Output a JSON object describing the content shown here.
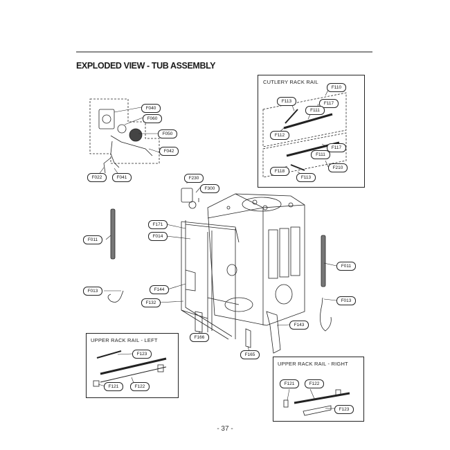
{
  "page": {
    "title": "EXPLODED VIEW - TUB ASSEMBLY",
    "page_number": "- 37 -"
  },
  "boxes": {
    "cutlery_rack_rail": "CUTLERY RACK RAIL",
    "upper_rack_rail_left": "UPPER RACK RAIL - LEFT",
    "upper_rack_rail_right": "UPPER RACK RAIL - RIGHT"
  },
  "callouts": {
    "F040": "F040",
    "F060": "F060",
    "F050": "F050",
    "F042": "F042",
    "F022": "F022",
    "F041": "F041",
    "F230": "F230",
    "F300": "F300",
    "F171": "F171",
    "F014": "F014",
    "F011_left": "F011",
    "F013_left": "F013",
    "F144": "F144",
    "F132": "F132",
    "F166": "F166",
    "F165": "F165",
    "F143": "F143",
    "F011_right": "F011",
    "F013_right": "F013",
    "F110": "F110",
    "F113_top": "F113",
    "F117_top": "F117",
    "F111_top": "F111",
    "F112": "F112",
    "F117_bottom": "F117",
    "F111_bottom": "F111",
    "F118": "F118",
    "F210": "F210",
    "F113_bottom": "F113",
    "F123_left": "F123",
    "F121_left": "F121",
    "F122_left": "F122",
    "F121_right": "F121",
    "F122_right": "F122",
    "F123_right": "F123"
  }
}
